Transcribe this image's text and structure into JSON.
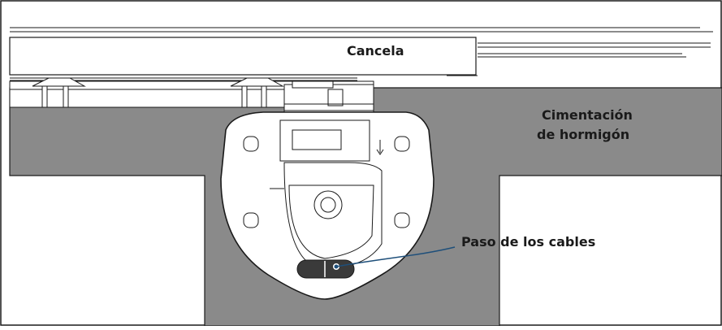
{
  "labels": {
    "gate": "Cancela",
    "foundation_line1": "Cimentación",
    "foundation_line2": "de hormigón",
    "cable_passage": "Paso de los cables"
  },
  "colors": {
    "concrete": "#8a8a8a",
    "outline": "#1a1a1a",
    "part_fill": "#ffffff",
    "cable_slot": "#3a3a3a",
    "leader": "#1e4f7a"
  }
}
